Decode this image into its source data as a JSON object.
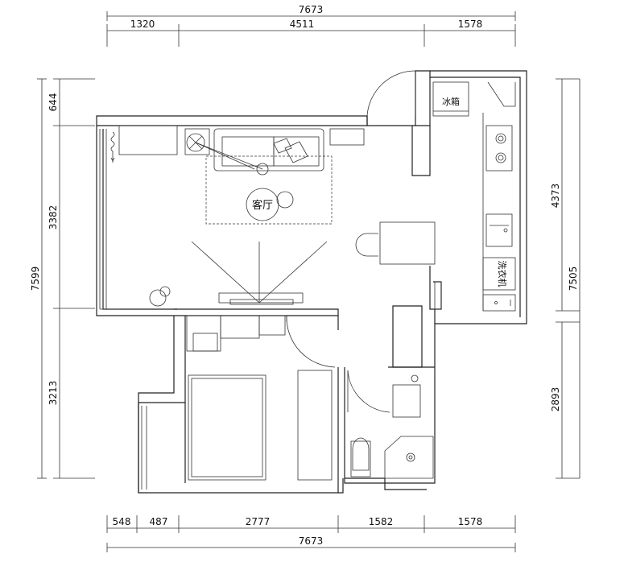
{
  "dimensions": {
    "top_total": "7673",
    "top_segments": [
      "1320",
      "4511",
      "1578"
    ],
    "bottom_total": "7673",
    "bottom_segments": [
      "548",
      "487",
      "2777",
      "1582",
      "1578"
    ],
    "left_total": "7599",
    "left_segments": [
      "644",
      "3382",
      "3213"
    ],
    "right_total": "7505",
    "right_segments": [
      "4373",
      "2893"
    ]
  },
  "labels": {
    "living_room": "客厅",
    "fridge": "冰箱",
    "washer": "洗衣机"
  }
}
